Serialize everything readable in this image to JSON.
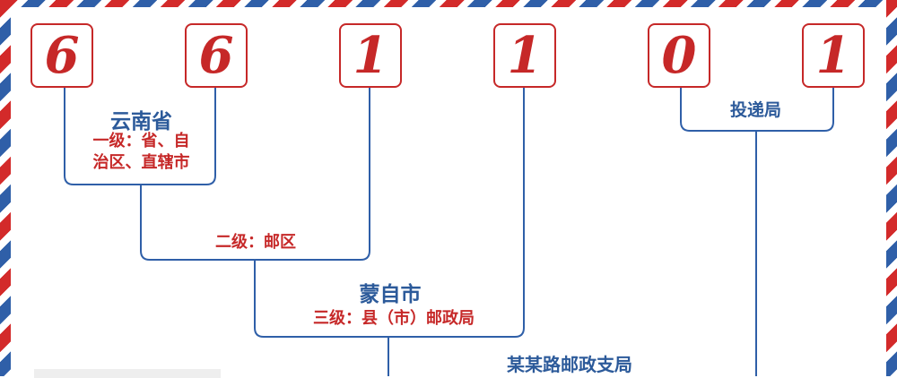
{
  "postal_code": {
    "digits": [
      "6",
      "6",
      "1",
      "1",
      "0",
      "1"
    ]
  },
  "levels": {
    "province": {
      "name": "云南省",
      "level_desc_line1": "一级：省、自",
      "level_desc_line2": "治区、直辖市"
    },
    "district": {
      "level_desc": "二级：邮区"
    },
    "county": {
      "name": "蒙自市",
      "level_desc": "三级：县（市）邮政局"
    },
    "branch": {
      "name": "某某路邮政支局"
    },
    "delivery": {
      "name": "投递局"
    }
  },
  "colors": {
    "red": "#c62828",
    "blue": "#2c5a9a",
    "line": "#2f5fa8"
  }
}
